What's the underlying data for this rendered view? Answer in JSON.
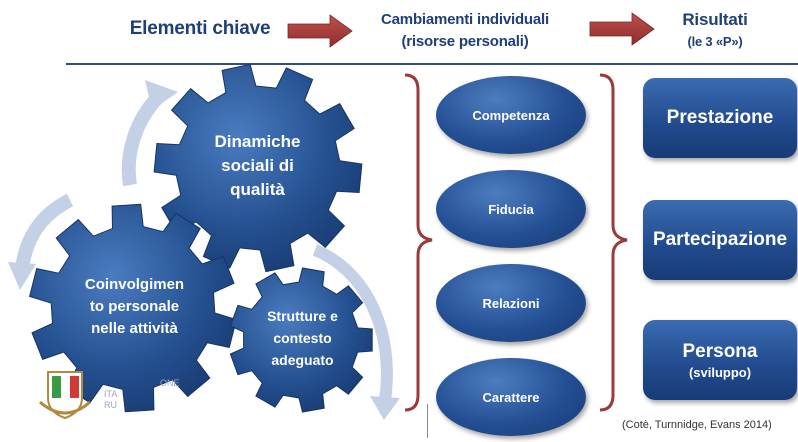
{
  "header": {
    "col1": "Elementi chiave",
    "col2_line1": "Cambiamenti individuali",
    "col2_line2": "(risorse personali)",
    "col3_line1": "Risultati",
    "col3_line2": "(le 3 «P»)"
  },
  "gears": {
    "top": [
      "Dinamiche",
      "sociali di",
      "qualità"
    ],
    "left": [
      "Coinvolgimen",
      "to personale",
      "nelle attività"
    ],
    "right": [
      "Strutture e",
      "contesto",
      "adeguato"
    ]
  },
  "ovals": [
    "Competenza",
    "Fiducia",
    "Relazioni",
    "Carattere"
  ],
  "results": [
    {
      "title": "Prestazione",
      "sub": ""
    },
    {
      "title": "Partecipazione",
      "sub": ""
    },
    {
      "title": "Persona",
      "sub": "(sviluppo)"
    }
  ],
  "logo_partial_text": [
    "ONE",
    "ITA",
    "RU"
  ],
  "citation": "(Cotè, Turnnidge, Evans 2014)",
  "colors": {
    "title_blue": "#1f3f7a",
    "gear_blue": "#1f4a8c",
    "arrow_red": "#a33a3a",
    "bracket_red": "#9b3a3a",
    "cycle_arrow": "#b8c7e0"
  }
}
